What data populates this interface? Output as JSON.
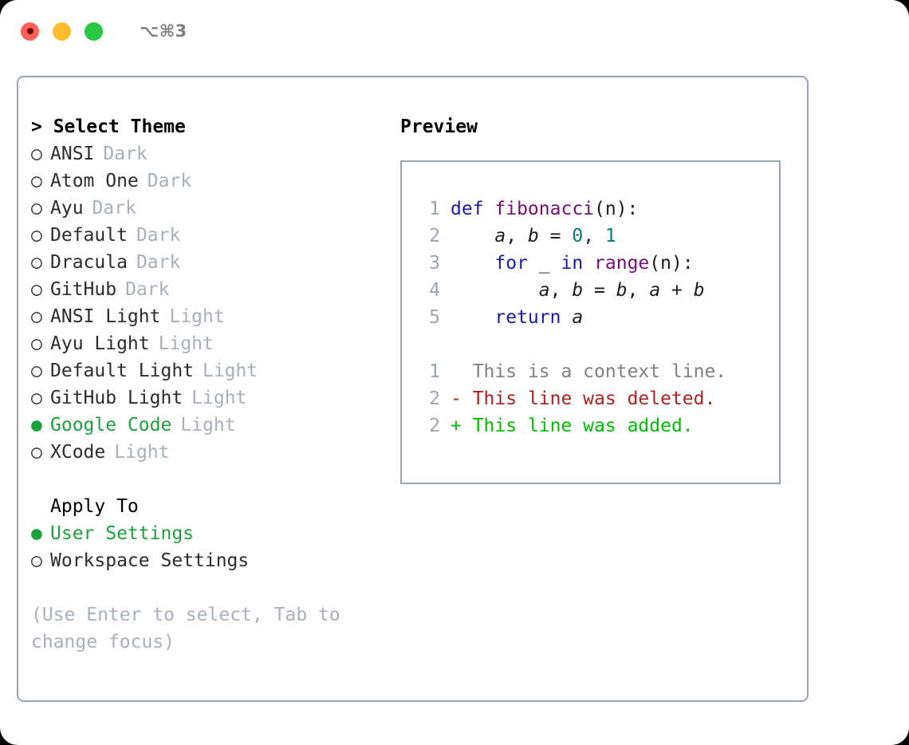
{
  "window": {
    "shortcut": "⌥⌘3",
    "traffic_lights": [
      {
        "name": "close",
        "color": "#ff6058"
      },
      {
        "name": "minimize",
        "color": "#ffbd2e"
      },
      {
        "name": "zoom",
        "color": "#28c840"
      }
    ]
  },
  "theme_picker": {
    "prompt": "> Select Theme",
    "selected_theme": "Google Code",
    "items": [
      {
        "bullet": "○",
        "name": "ANSI",
        "tag": "Dark",
        "selected": false
      },
      {
        "bullet": "○",
        "name": "Atom One",
        "tag": "Dark",
        "selected": false
      },
      {
        "bullet": "○",
        "name": "Ayu",
        "tag": "Dark",
        "selected": false
      },
      {
        "bullet": "○",
        "name": "Default",
        "tag": "Dark",
        "selected": false
      },
      {
        "bullet": "○",
        "name": "Dracula",
        "tag": "Dark",
        "selected": false
      },
      {
        "bullet": "○",
        "name": "GitHub",
        "tag": "Dark",
        "selected": false
      },
      {
        "bullet": "○",
        "name": "ANSI Light",
        "tag": "Light",
        "selected": false
      },
      {
        "bullet": "○",
        "name": "Ayu Light",
        "tag": "Light",
        "selected": false
      },
      {
        "bullet": "○",
        "name": "Default Light",
        "tag": "Light",
        "selected": false
      },
      {
        "bullet": "○",
        "name": "GitHub Light",
        "tag": "Light",
        "selected": false
      },
      {
        "bullet": "●",
        "name": "Google Code",
        "tag": "Light",
        "selected": true
      },
      {
        "bullet": "○",
        "name": "XCode",
        "tag": "Light",
        "selected": false
      }
    ]
  },
  "apply_to": {
    "heading": "Apply To",
    "selected_target": "User Settings",
    "items": [
      {
        "bullet": "●",
        "name": "User Settings",
        "selected": true
      },
      {
        "bullet": "○",
        "name": "Workspace Settings",
        "selected": false
      }
    ]
  },
  "hint": "(Use Enter to select, Tab to change focus)",
  "preview": {
    "title": "Preview",
    "code_lines": [
      {
        "number": "1",
        "tokens": [
          {
            "t": "def ",
            "c": "kw"
          },
          {
            "t": "fibonacci",
            "c": "fn"
          },
          {
            "t": "(n):",
            "c": "plain"
          }
        ]
      },
      {
        "number": "2",
        "tokens": [
          {
            "t": "    ",
            "c": "plain"
          },
          {
            "t": "a",
            "c": "var"
          },
          {
            "t": ", ",
            "c": "plain"
          },
          {
            "t": "b",
            "c": "var"
          },
          {
            "t": " = ",
            "c": "plain"
          },
          {
            "t": "0",
            "c": "num"
          },
          {
            "t": ", ",
            "c": "plain"
          },
          {
            "t": "1",
            "c": "num"
          }
        ]
      },
      {
        "number": "3",
        "tokens": [
          {
            "t": "    ",
            "c": "plain"
          },
          {
            "t": "for",
            "c": "kw"
          },
          {
            "t": " _ ",
            "c": "plain"
          },
          {
            "t": "in",
            "c": "kw"
          },
          {
            "t": " ",
            "c": "plain"
          },
          {
            "t": "range",
            "c": "fn"
          },
          {
            "t": "(n):",
            "c": "plain"
          }
        ]
      },
      {
        "number": "4",
        "tokens": [
          {
            "t": "        ",
            "c": "plain"
          },
          {
            "t": "a",
            "c": "var"
          },
          {
            "t": ", ",
            "c": "plain"
          },
          {
            "t": "b",
            "c": "var"
          },
          {
            "t": " = ",
            "c": "plain"
          },
          {
            "t": "b",
            "c": "var"
          },
          {
            "t": ", ",
            "c": "plain"
          },
          {
            "t": "a",
            "c": "var"
          },
          {
            "t": " + ",
            "c": "plain"
          },
          {
            "t": "b",
            "c": "var"
          }
        ]
      },
      {
        "number": "5",
        "tokens": [
          {
            "t": "    ",
            "c": "plain"
          },
          {
            "t": "return",
            "c": "kw"
          },
          {
            "t": " ",
            "c": "plain"
          },
          {
            "t": "a",
            "c": "var"
          }
        ]
      }
    ],
    "diff_lines": [
      {
        "number": "1",
        "marker": " ",
        "text": "This is a context line.",
        "kind": "ctx"
      },
      {
        "number": "2",
        "marker": "-",
        "text": "This line was deleted.",
        "kind": "del"
      },
      {
        "number": "2",
        "marker": "+",
        "text": "This line was added.",
        "kind": "add"
      }
    ]
  },
  "colors": {
    "accent_green": "#1aa33a",
    "muted_gray": "#a8b0bd",
    "panel_border": "#9aa5b4",
    "syntax_keyword": "#1a1aa6",
    "syntax_function": "#7b0a7b",
    "syntax_number": "#0b7a7a",
    "diff_deleted": "#b02020",
    "diff_added": "#00c000"
  }
}
